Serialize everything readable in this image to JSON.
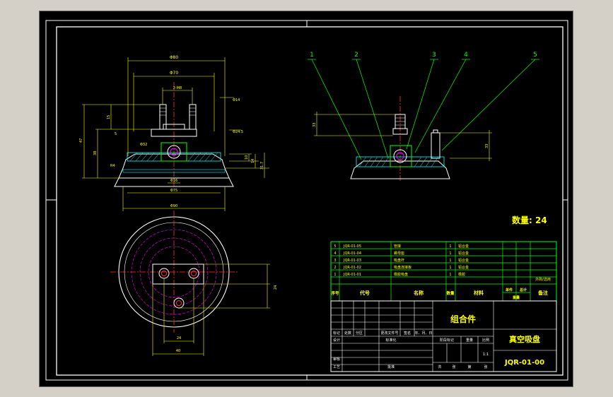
{
  "colors": {
    "background": "#000000",
    "frame": "#ffffff",
    "dimension": "#ffff00",
    "geometry": "#ffffff",
    "hatch": "#00ffff",
    "center_line": "#ff3030",
    "green": "#00ff00",
    "magenta": "#ff00ff",
    "leader": "#00ff00"
  },
  "quantity_note": "数量: 24",
  "title_block": {
    "assembly": "组合件",
    "drawing_name": "真空吸盘",
    "drawing_number": "JQR-01-00",
    "scale": "1:1",
    "rev_headers": [
      "标记",
      "处数",
      "分区",
      "更改文件号",
      "签名",
      "年、月、日"
    ],
    "left_rows": [
      "设计",
      "审核",
      "工艺"
    ],
    "standardize": "标准化",
    "approve": "批准",
    "stage_headers": [
      "阶段标记",
      "重量",
      "比例"
    ],
    "bottom_labels": [
      "共",
      "张",
      "第",
      "张"
    ]
  },
  "bom": {
    "headers": [
      "序号",
      "代号",
      "名称",
      "数量",
      "材料",
      "单件",
      "总计",
      "备注"
    ],
    "weight_header": "重量",
    "ext_header": "外购/选用",
    "rows": [
      {
        "no": "5",
        "code": "JQR-01-05",
        "name": "管接",
        "qty": "1",
        "mat": "铝合金"
      },
      {
        "no": "4",
        "code": "JQR-01-04",
        "name": "螺母座",
        "qty": "1",
        "mat": "铝合金"
      },
      {
        "no": "3",
        "code": "JQR-01-03",
        "name": "吸盘杆",
        "qty": "1",
        "mat": "铝合金"
      },
      {
        "no": "2",
        "code": "JQR-01-02",
        "name": "吸盘连接板",
        "qty": "1",
        "mat": "铝合金"
      },
      {
        "no": "1",
        "code": "JQR-01-01",
        "name": "橡胶吸盘",
        "qty": "1",
        "mat": "橡胶"
      }
    ]
  },
  "balloons": [
    "1",
    "2",
    "3",
    "4",
    "5"
  ],
  "front_view_dims": {
    "top": [
      "Φ80",
      "Φ70",
      "2-M8"
    ],
    "right": [
      "Φ14",
      "Φ24.5"
    ],
    "bottom": [
      "Φ16",
      "Φ75",
      "Φ90"
    ],
    "left_vertical": [
      "47",
      "38",
      "15"
    ],
    "small": [
      "Φ32",
      "R4",
      "5",
      "10",
      "14",
      "31.7"
    ]
  },
  "section_view_dims": [
    "33",
    "33"
  ],
  "bottom_view_dims": [
    "24",
    "40",
    "24"
  ]
}
